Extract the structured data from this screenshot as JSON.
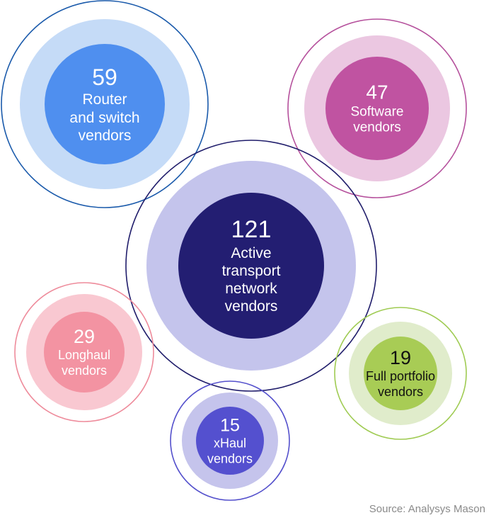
{
  "bubbles": [
    {
      "id": "router",
      "value": "59",
      "label": "Router\nand switch\nvendors",
      "colors": {
        "ring": "#1a5aab",
        "middle": "#c5dbf7",
        "inner": "#4f8fef",
        "text": "#ffffff"
      }
    },
    {
      "id": "software",
      "value": "47",
      "label": "Software\nvendors",
      "colors": {
        "ring": "#b5509c",
        "middle": "#ebc7e1",
        "inner": "#c053a1",
        "text": "#ffffff"
      }
    },
    {
      "id": "active",
      "value": "121",
      "label": "Active\ntransport\nnetwork\nvendors",
      "colors": {
        "ring": "#201d6b",
        "middle": "#c4c4ec",
        "inner": "#231e72",
        "text": "#ffffff"
      }
    },
    {
      "id": "longhaul",
      "value": "29",
      "label": "Longhaul\nvendors",
      "colors": {
        "ring": "#ee8b9b",
        "middle": "#f9c8d1",
        "inner": "#f393a2",
        "text": "#ffffff"
      }
    },
    {
      "id": "fullportfolio",
      "value": "19",
      "label": "Full portfolio\nvendors",
      "colors": {
        "ring": "#9fcb52",
        "middle": "#e0eccb",
        "inner": "#a8cc55",
        "text": "#111111"
      }
    },
    {
      "id": "xhaul",
      "value": "15",
      "label": "xHaul\nvendors",
      "colors": {
        "ring": "#5450cc",
        "middle": "#c5c4ec",
        "inner": "#5450cf",
        "text": "#ffffff"
      }
    }
  ],
  "source": "Source: Analysys Mason"
}
